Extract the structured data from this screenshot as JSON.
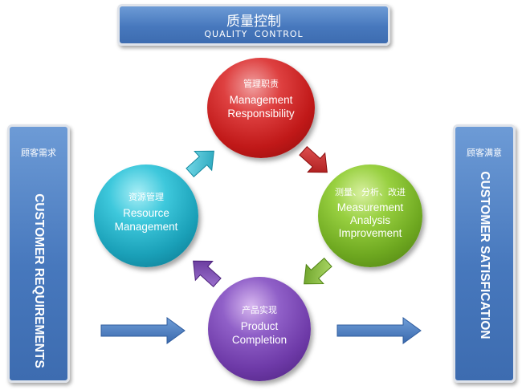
{
  "title": {
    "zh": "质量控制",
    "en": "QUALITY CONTROL"
  },
  "left_panel": {
    "zh": "顾客需求",
    "en": "CUSTOMER REQUIREMENTS"
  },
  "right_panel": {
    "zh": "顾客满意",
    "en": "CUSTOMER SATISFICATION"
  },
  "nodes": {
    "management": {
      "zh": "管理职责",
      "en": "Management\nResponsibility"
    },
    "measurement": {
      "zh": "测量、分析、改进",
      "en": "Measurement\nAnalysis\nImprovement"
    },
    "resource": {
      "zh": "资源管理",
      "en": "Resource\nManagement"
    },
    "product": {
      "zh": "产品实现",
      "en": "Product\nCompletion"
    }
  },
  "colors": {
    "panel_blue": "#4778bd",
    "management_red": "#c01818",
    "measurement_green": "#6ea820",
    "resource_cyan": "#1aa0b8",
    "product_purple": "#6e3aa8"
  }
}
